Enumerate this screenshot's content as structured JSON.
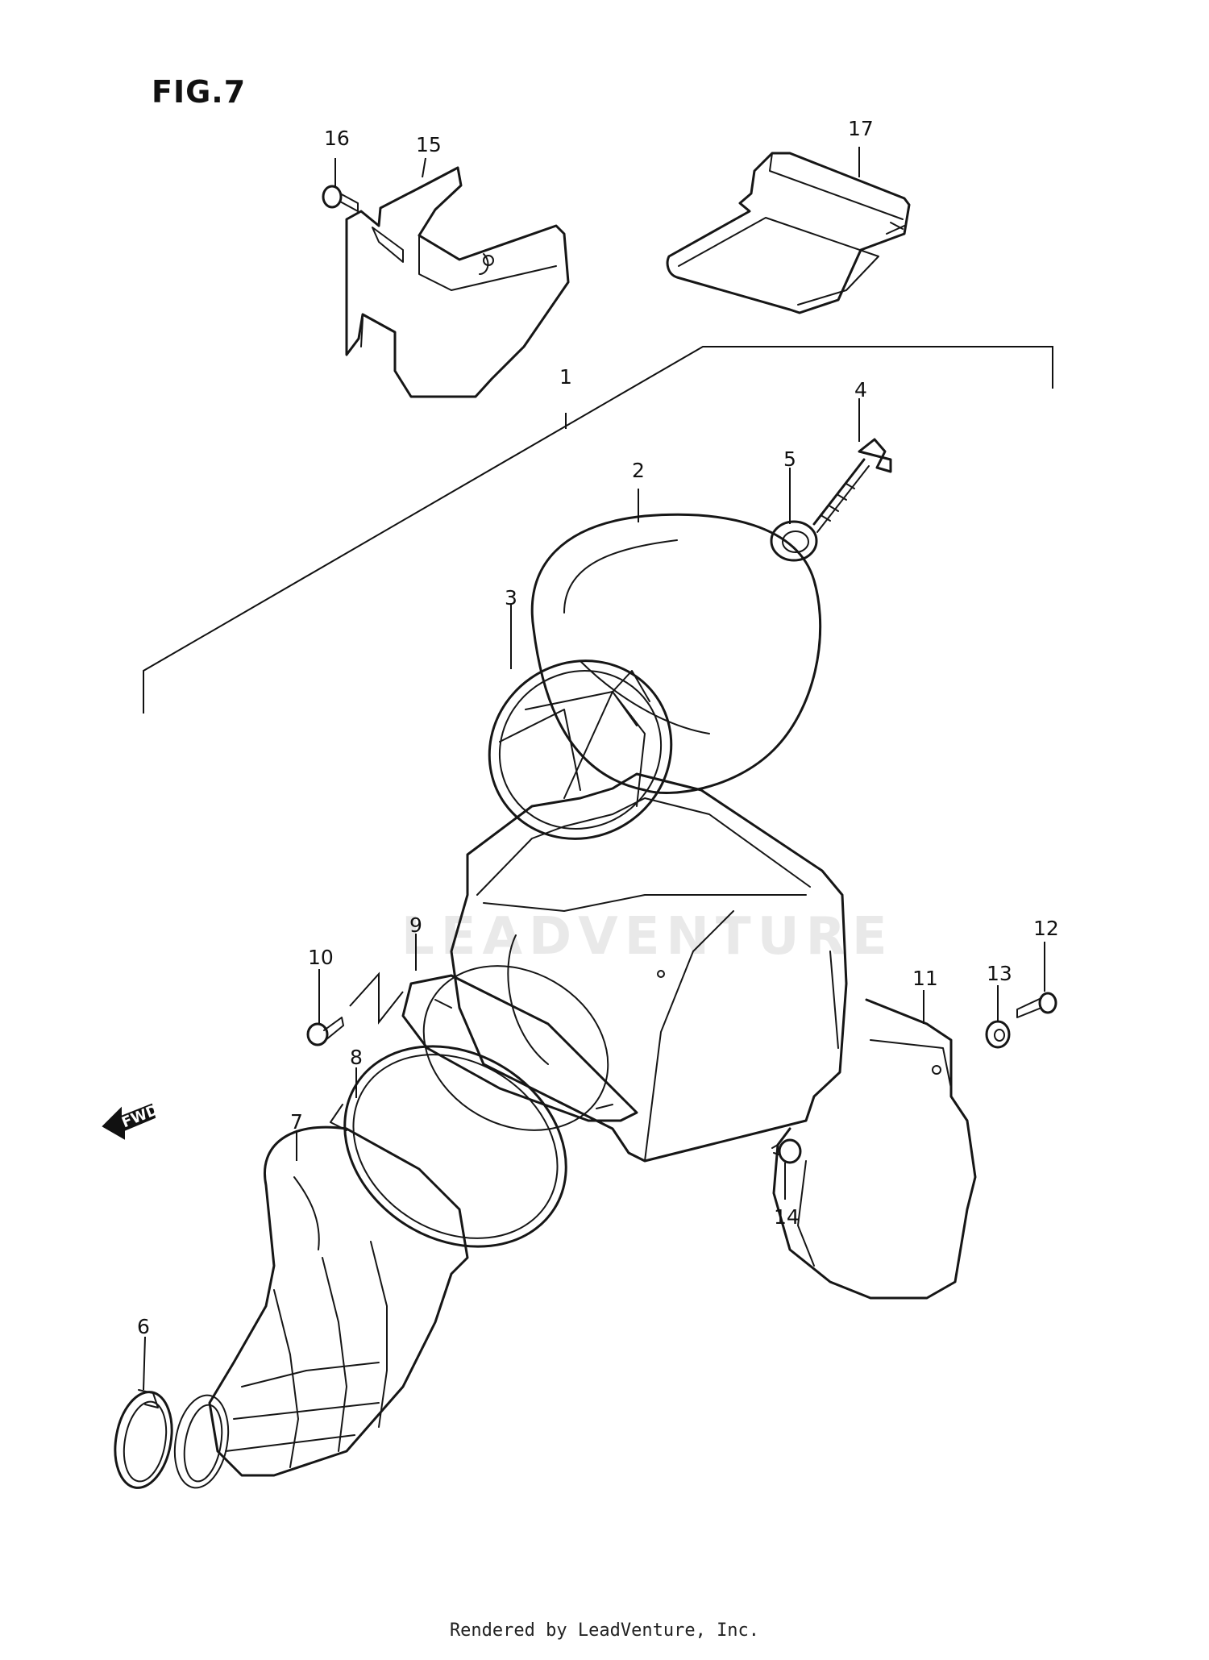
{
  "figure": {
    "title": "FIG.7"
  },
  "watermark": "LEADVENTURE",
  "fwd_label": "FWD",
  "callouts": [
    "1",
    "2",
    "3",
    "4",
    "5",
    "6",
    "7",
    "8",
    "9",
    "10",
    "11",
    "12",
    "13",
    "14",
    "15",
    "16",
    "17"
  ],
  "footer": "Rendered by LeadVenture, Inc."
}
